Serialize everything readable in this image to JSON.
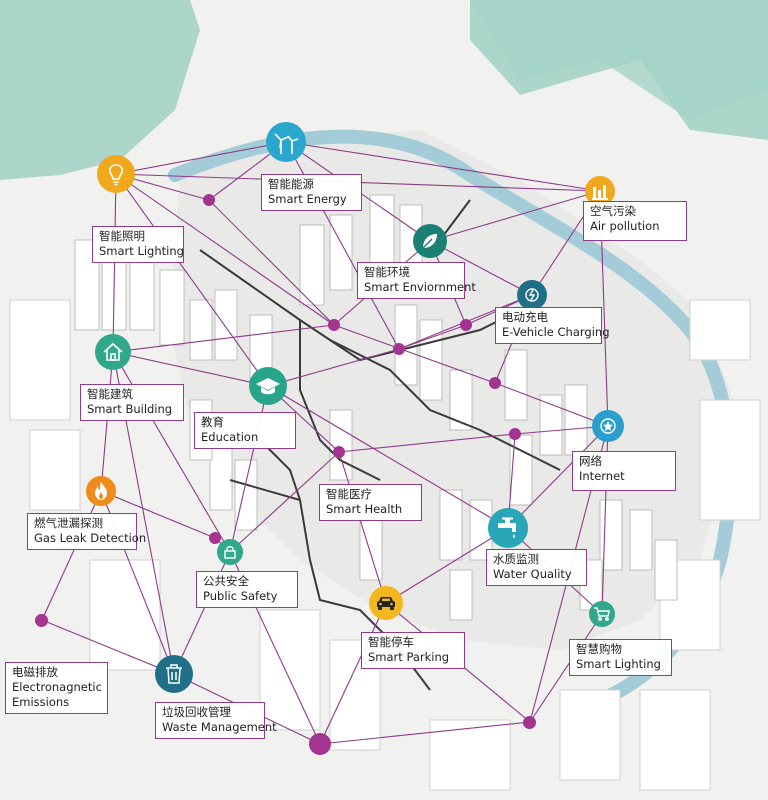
{
  "colors": {
    "link": "#8e3b8a",
    "node": "#a3348f",
    "water": "#9fd1c6",
    "canal": "#a8ced6",
    "building": "#ffffff",
    "ground": "#eeeeec"
  },
  "labels": {
    "smart_energy": {
      "cn": "智能能源",
      "en": "Smart Energy"
    },
    "smart_lighting": {
      "cn": "智能照明",
      "en": "Smart Lighting"
    },
    "air_pollution": {
      "cn": "空气污染",
      "en": "Air pollution"
    },
    "smart_environment": {
      "cn": "智能环境",
      "en": "Smart Enviornment"
    },
    "ev_charging": {
      "cn": "电动充电",
      "en": "E-Vehicle Charging"
    },
    "smart_building": {
      "cn": "智能建筑",
      "en": "Smart Building"
    },
    "education": {
      "cn": "教育",
      "en": "Education"
    },
    "internet": {
      "cn": "网络",
      "en": "Internet"
    },
    "smart_health": {
      "cn": "智能医疗",
      "en": "Smart Health"
    },
    "gas_leak": {
      "cn": "燃气泄漏探测",
      "en": "Gas Leak Detection"
    },
    "water_quality": {
      "cn": "水质监测",
      "en": "Water Quality"
    },
    "public_safety": {
      "cn": "公共安全",
      "en": "Public Safety"
    },
    "smart_shopping": {
      "cn": "智慧购物",
      "en": "Smart Lighting"
    },
    "smart_parking": {
      "cn": "智能停车",
      "en": "Smart Parking"
    },
    "em_emissions": {
      "cn": "电磁排放",
      "en": "Electronagnetic",
      "en2": "Emissions"
    },
    "waste": {
      "cn": "垃圾回收管理",
      "en": "Waste Management"
    }
  },
  "icons": {
    "smart_energy": {
      "name": "wind-turbine-icon",
      "color": "#2aa6cf"
    },
    "smart_lighting": {
      "name": "light-bulb-icon",
      "color": "#f2a81c"
    },
    "air_pollution": {
      "name": "factory-icon",
      "color": "#f2a81c"
    },
    "smart_environment": {
      "name": "leaf-icon",
      "color": "#1d7f73"
    },
    "ev_charging": {
      "name": "ev-charger-icon",
      "color": "#1f6f86"
    },
    "smart_building": {
      "name": "house-icon",
      "color": "#31a78c"
    },
    "education": {
      "name": "graduation-cap-icon",
      "color": "#26a58a"
    },
    "internet": {
      "name": "network-icon",
      "color": "#2a9fcf"
    },
    "gas_leak": {
      "name": "flame-icon",
      "color": "#f08a1b"
    },
    "water_quality": {
      "name": "water-tap-icon",
      "color": "#29a7b8"
    },
    "public_safety": {
      "name": "padlock-icon",
      "color": "#31a78c"
    },
    "smart_shopping": {
      "name": "shopping-cart-icon",
      "color": "#31a78c"
    },
    "smart_parking": {
      "name": "car-icon",
      "color": "#f2b71c"
    },
    "waste": {
      "name": "trash-bin-icon",
      "color": "#1f6f86"
    }
  }
}
